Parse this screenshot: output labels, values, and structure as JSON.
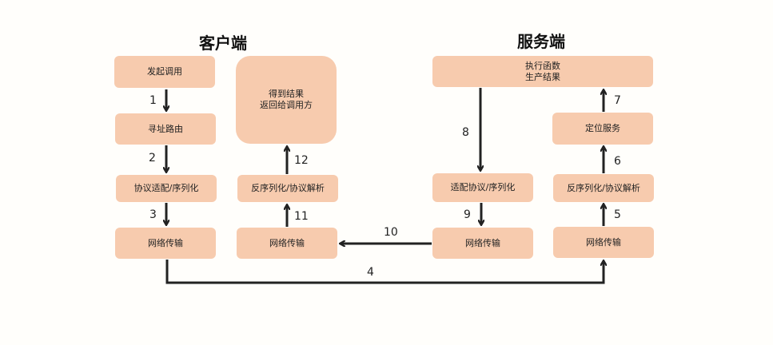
{
  "client": {
    "title": "客户端",
    "nodes": {
      "invoke": "发起调用",
      "routing": "寻址路由",
      "serialize": "协议适配/序列化",
      "net_send": "网络传输",
      "net_recv": "网络传输",
      "deserialize": "反序列化/协议解析",
      "result": "得到结果\n返回给调用方"
    }
  },
  "server": {
    "title": "服务端",
    "nodes": {
      "execute": "执行函数\n生产结果",
      "locate": "定位服务",
      "deserialize": "反序列化/协议解析",
      "net_recv": "网络传输",
      "serialize": "适配协议/序列化",
      "net_send": "网络传输"
    }
  },
  "steps": [
    "1",
    "2",
    "3",
    "4",
    "5",
    "6",
    "7",
    "8",
    "9",
    "10",
    "11",
    "12"
  ],
  "colors": {
    "node_fill": "#f7cbae",
    "arrow": "#222222"
  }
}
